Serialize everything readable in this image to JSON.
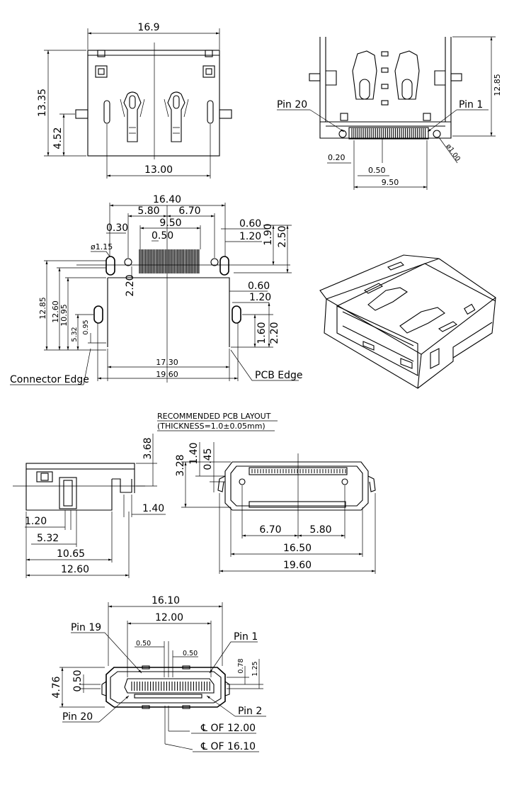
{
  "views": {
    "top": {
      "width": "16.9",
      "height": "13.35",
      "offset": "4.52",
      "peg_span": "13.00"
    },
    "front": {
      "height": "12.85",
      "pin20": "Pin 20",
      "pin1": "Pin 1",
      "gap": "0.20",
      "pitch": "0.50",
      "span": "9.50",
      "hole": "ø1.00"
    },
    "footprint": {
      "overall": "16.40",
      "left": "5.80",
      "right": "6.70",
      "d030": "0.30",
      "pads": "9.50",
      "pitch": "0.50",
      "d060": "0.60",
      "d120": "1.20",
      "d190": "1.90",
      "d250": "2.50",
      "hole": "ø1.15",
      "d220": "2.20",
      "h1285": "12.85",
      "h1260": "12.60",
      "h1095": "10.95",
      "h532": "5.32",
      "h095": "0.95",
      "r060": "0.60",
      "r120": "1.20",
      "r160": "1.60",
      "r220": "2.20",
      "w1730": "17.30",
      "w1960": "19.60",
      "connector_edge": "Connector Edge",
      "pcb_edge": "PCB Edge"
    },
    "pcb_note": {
      "title": "RECOMMENDED  PCB  LAYOUT",
      "thickness": "(THICKNESS=1.0±0.05mm)"
    },
    "side": {
      "h368": "3.68",
      "d140": "1.40",
      "d120": "1.20",
      "d532": "5.32",
      "d1065": "10.65",
      "d1260": "12.60"
    },
    "face": {
      "h328": "3.28",
      "h140": "1.40",
      "h045": "0.45",
      "w670": "6.70",
      "w580": "5.80",
      "w1650": "16.50",
      "w1960": "19.60"
    },
    "mating": {
      "w1610": "16.10",
      "w1200": "12.00",
      "pin19": "Pin 19",
      "pin1": "Pin 1",
      "p050a": "0.50",
      "p050b": "0.50",
      "h476": "4.76",
      "h050": "0.50",
      "h078": "0.78",
      "h125": "1.25",
      "pin20": "Pin 20",
      "pin2": "Pin 2",
      "cl12": "℄  OF  12.00",
      "cl16": "℄  OF  16.10"
    }
  }
}
